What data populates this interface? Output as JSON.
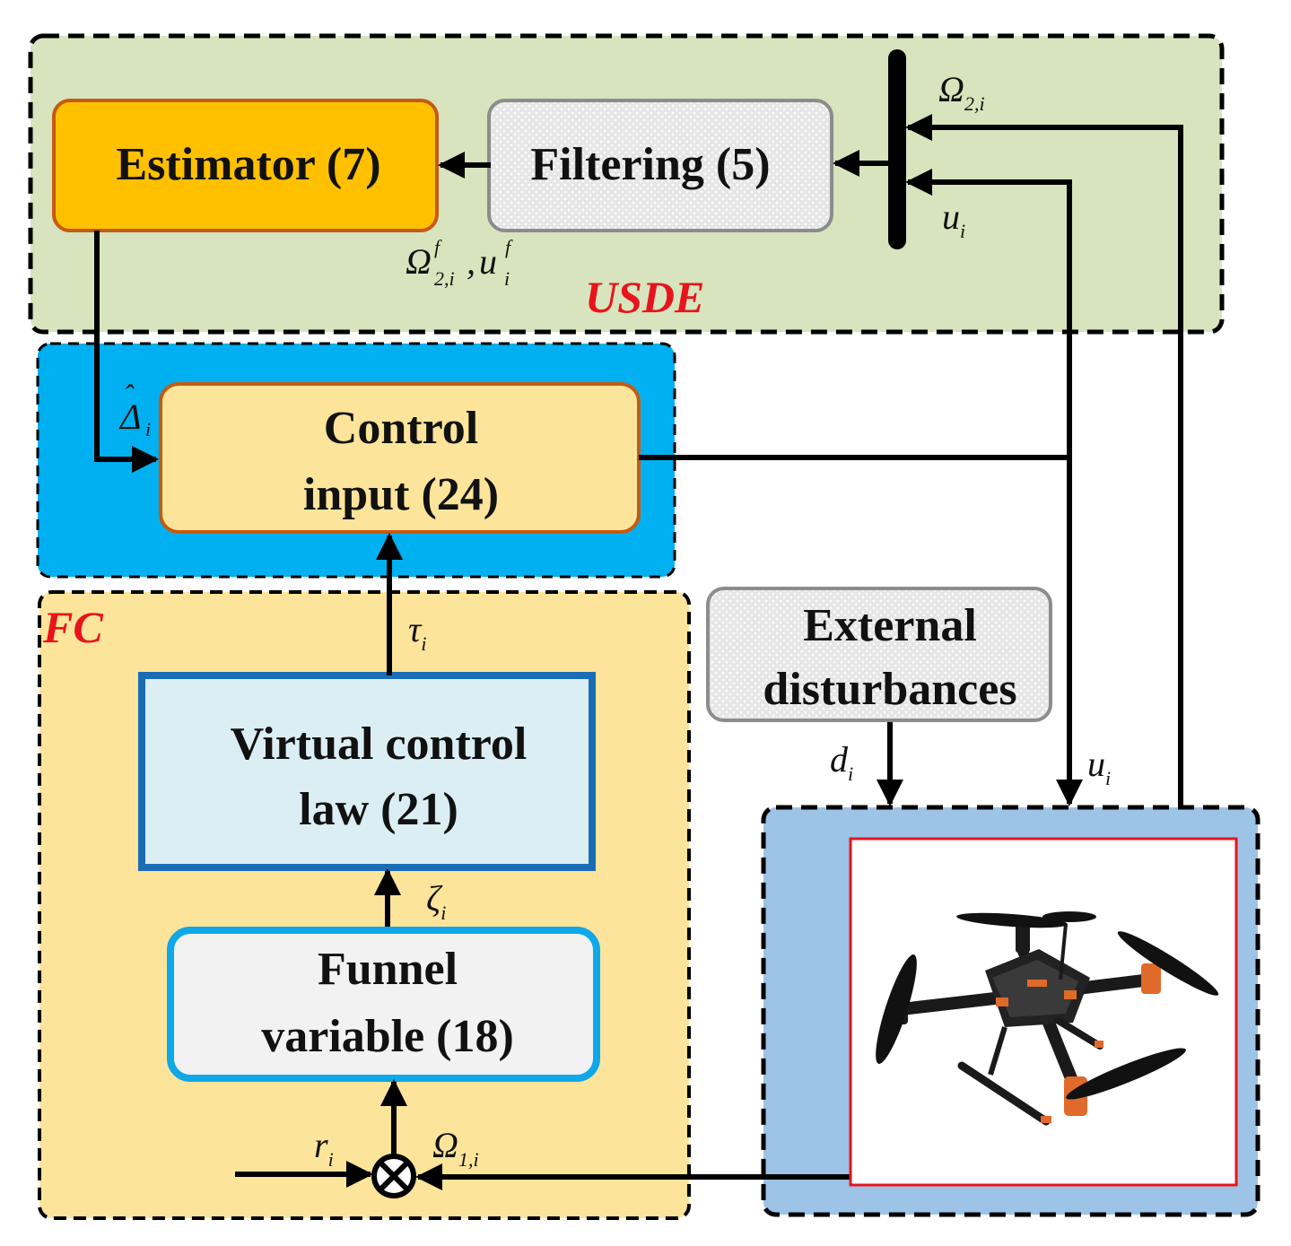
{
  "groups": {
    "usde": "USDE",
    "fc": "FC"
  },
  "blocks": {
    "estimator": "Estimator (7)",
    "filtering": "Filtering (5)",
    "control_input": [
      "Control",
      "input (24)"
    ],
    "external_disturbances": [
      "External",
      "disturbances"
    ],
    "virtual_control_law": [
      "Virtual control",
      "law (21)"
    ],
    "funnel_variable": [
      "Funnel",
      "variable (18)"
    ]
  },
  "signals": {
    "omega2": {
      "base": "Ω",
      "sub": "2,i"
    },
    "u_mux": {
      "base": "u",
      "sub": "i"
    },
    "filtered": {
      "base1": "Ω",
      "sup1": "f",
      "sub1": "2,i",
      "sep": ",",
      "base2": "u",
      "sup2": "f",
      "sub2": "i"
    },
    "delta_hat": {
      "hat": "ˆ",
      "base": "Δ",
      "sub": "i"
    },
    "tau": {
      "base": "τ",
      "sub": "i"
    },
    "zeta": {
      "base": "ζ",
      "sub": "i"
    },
    "d": {
      "base": "d",
      "sub": "i"
    },
    "u_plant": {
      "base": "u",
      "sub": "i"
    },
    "r": {
      "base": "r",
      "sub": "i"
    },
    "omega1": {
      "base": "Ω",
      "sub": "1,i"
    }
  },
  "icons": {
    "summing_junction": "circle-times",
    "plant": "quadrotor-drone-image"
  },
  "colors": {
    "usde_bg": "#d7e4bd",
    "control_bg": "#00b0f0",
    "fc_bg": "#fde49b",
    "plant_bg": "#9dc3e6",
    "estimator_fill": "#ffc000",
    "estimator_border": "#c55a11",
    "control_fill": "#fde49b",
    "virtual_fill": "#dbeef4",
    "virtual_border": "#1a6db5",
    "funnel_fill": "#f2f2f2",
    "funnel_border": "#0fa8e8",
    "gray_block": "#e8e8e8",
    "group_label": "#e8141b",
    "image_border": "#e8141b"
  }
}
